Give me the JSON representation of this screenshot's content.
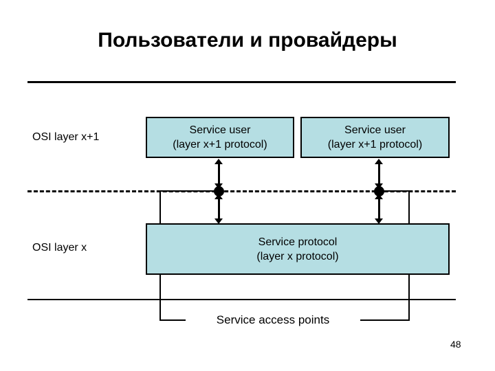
{
  "slide": {
    "title": "Пользователи и провайдеры",
    "page_number": "48",
    "colors": {
      "box_fill": "#b5dee3",
      "stroke": "#000000",
      "background": "#ffffff"
    }
  },
  "layers": {
    "upper_label": "OSI layer x+1",
    "lower_label": "OSI layer x"
  },
  "boxes": {
    "service_user_left": {
      "line1": "Service user",
      "line2": "(layer x+1 protocol)"
    },
    "service_user_right": {
      "line1": "Service user",
      "line2": "(layer x+1 protocol)"
    },
    "service_protocol": {
      "line1": "Service protocol",
      "line2": "(layer x protocol)"
    }
  },
  "annotations": {
    "service_access_points": "Service access points"
  }
}
